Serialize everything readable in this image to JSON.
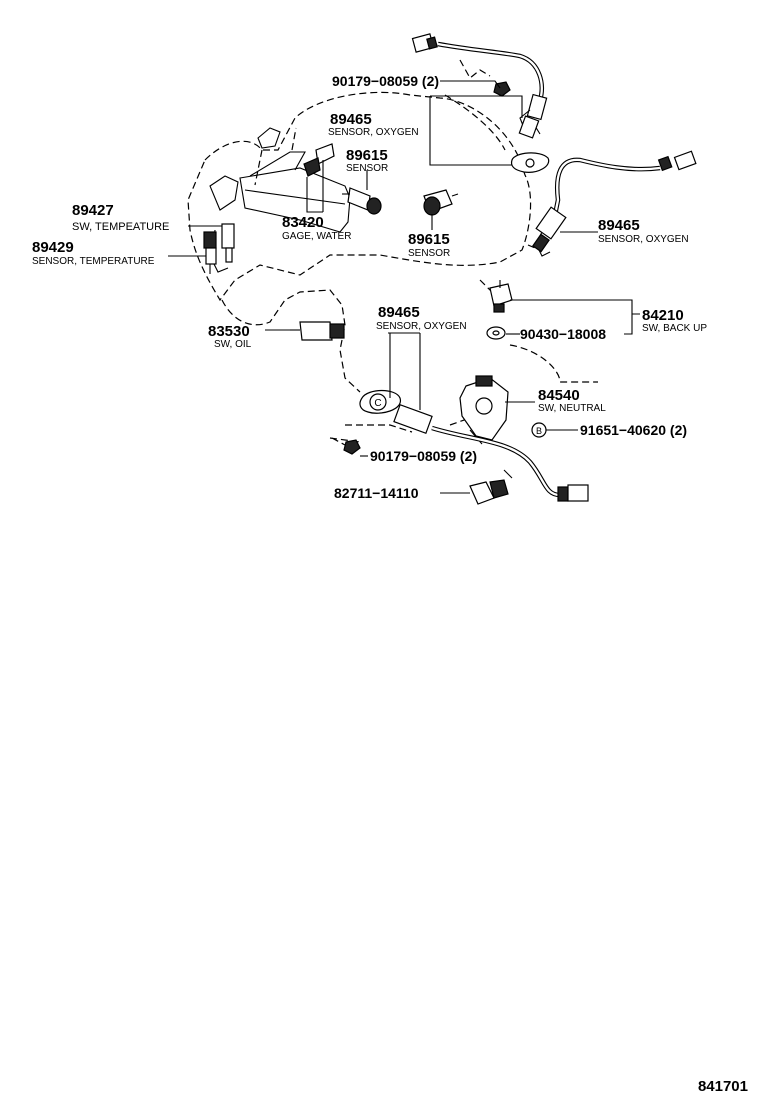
{
  "callouts": [
    {
      "id": "c_90179_top",
      "part_no": "90179−08059 (2)",
      "name": ""
    },
    {
      "id": "c_89465_top",
      "part_no": "89465",
      "name": "SENSOR, OXYGEN"
    },
    {
      "id": "c_89615_top",
      "part_no": "89615",
      "name": "SENSOR"
    },
    {
      "id": "c_89427",
      "part_no": "89427",
      "name": "SW, TEMPEATURE"
    },
    {
      "id": "c_89429",
      "part_no": "89429",
      "name": "SENSOR, TEMPERATURE"
    },
    {
      "id": "c_83420",
      "part_no": "83420",
      "name": "GAGE, WATER"
    },
    {
      "id": "c_89615_mid",
      "part_no": "89615",
      "name": "SENSOR"
    },
    {
      "id": "c_89465_right",
      "part_no": "89465",
      "name": "SENSOR, OXYGEN"
    },
    {
      "id": "c_84210",
      "part_no": "84210",
      "name": "SW, BACK UP"
    },
    {
      "id": "c_90430",
      "part_no": "90430−18008",
      "name": ""
    },
    {
      "id": "c_83530",
      "part_no": "83530",
      "name": "SW, OIL"
    },
    {
      "id": "c_89465_low",
      "part_no": "89465",
      "name": "SENSOR, OXYGEN"
    },
    {
      "id": "c_84540",
      "part_no": "84540",
      "name": "SW, NEUTRAL"
    },
    {
      "id": "c_91651",
      "part_no": "91651−40620 (2)",
      "name": ""
    },
    {
      "id": "c_90179_low",
      "part_no": "90179−08059 (2)",
      "name": ""
    },
    {
      "id": "c_82711",
      "part_no": "82711−14110",
      "name": ""
    }
  ],
  "markers": {
    "circle_c": "C",
    "circle_b": "B"
  },
  "diagram_id": "841701",
  "colors": {
    "ink": "#000000",
    "paper": "#ffffff"
  }
}
